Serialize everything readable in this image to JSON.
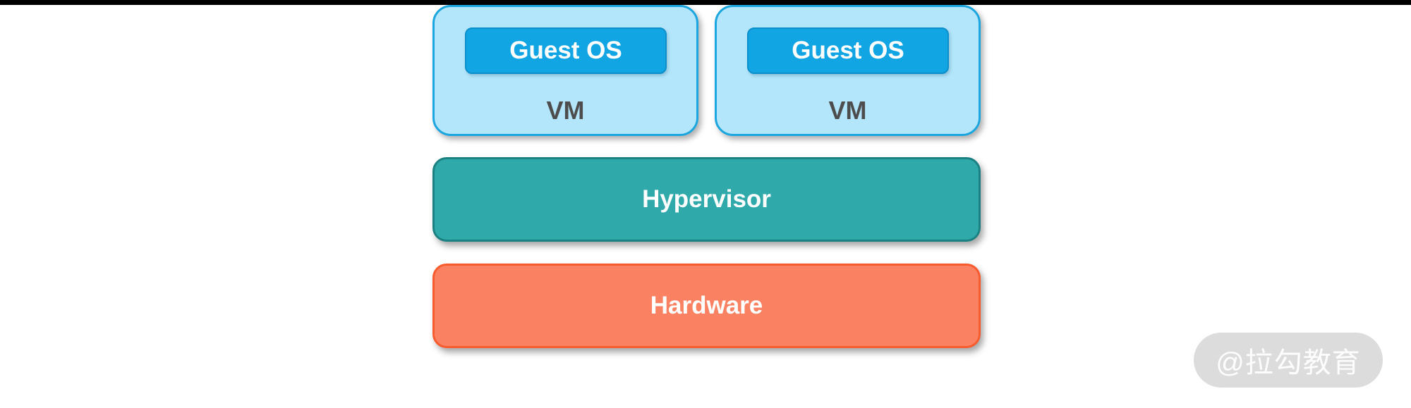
{
  "diagram": {
    "type": "virtualization-architecture-stack",
    "vms": [
      {
        "label": "VM",
        "guest_os_label": "Guest OS"
      },
      {
        "label": "VM",
        "guest_os_label": "Guest OS"
      }
    ],
    "hypervisor": {
      "label": "Hypervisor"
    },
    "hardware": {
      "label": "Hardware"
    },
    "watermark": {
      "text": "@拉勾教育"
    },
    "colors": {
      "top_bar": "#000000",
      "background": "#ffffff",
      "vm_fill": "#b3e6fb",
      "vm_border": "#1ba6df",
      "vm_label_text": "#4d4d4d",
      "guest_os_fill": "#12a5e3",
      "guest_os_border": "#0c8fcb",
      "guest_os_text": "#ffffff",
      "hypervisor_fill": "#2fa9aa",
      "hypervisor_border": "#1b8182",
      "hardware_fill": "#fa8263",
      "hardware_border": "#f75b2e",
      "layer_text": "#ffffff",
      "watermark_fill": "#dcdcdc",
      "watermark_text": "#ffffff"
    }
  }
}
